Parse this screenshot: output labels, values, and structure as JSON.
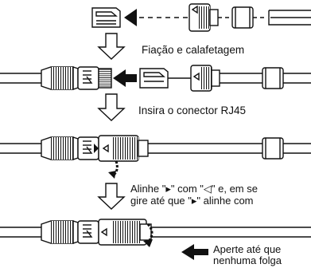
{
  "steps": {
    "wiring": "Fiação e calafetagem",
    "insert": "Insira o conector RJ45",
    "align_line1": "Alinhe \"▸\" com \"◁\" e, em se",
    "align_line2": "gire até que \"▸\" alinhe com",
    "tighten_line1": "Aperte até que",
    "tighten_line2": "nenhuma folga"
  },
  "colors": {
    "ink": "#111111",
    "background": "#ffffff"
  }
}
